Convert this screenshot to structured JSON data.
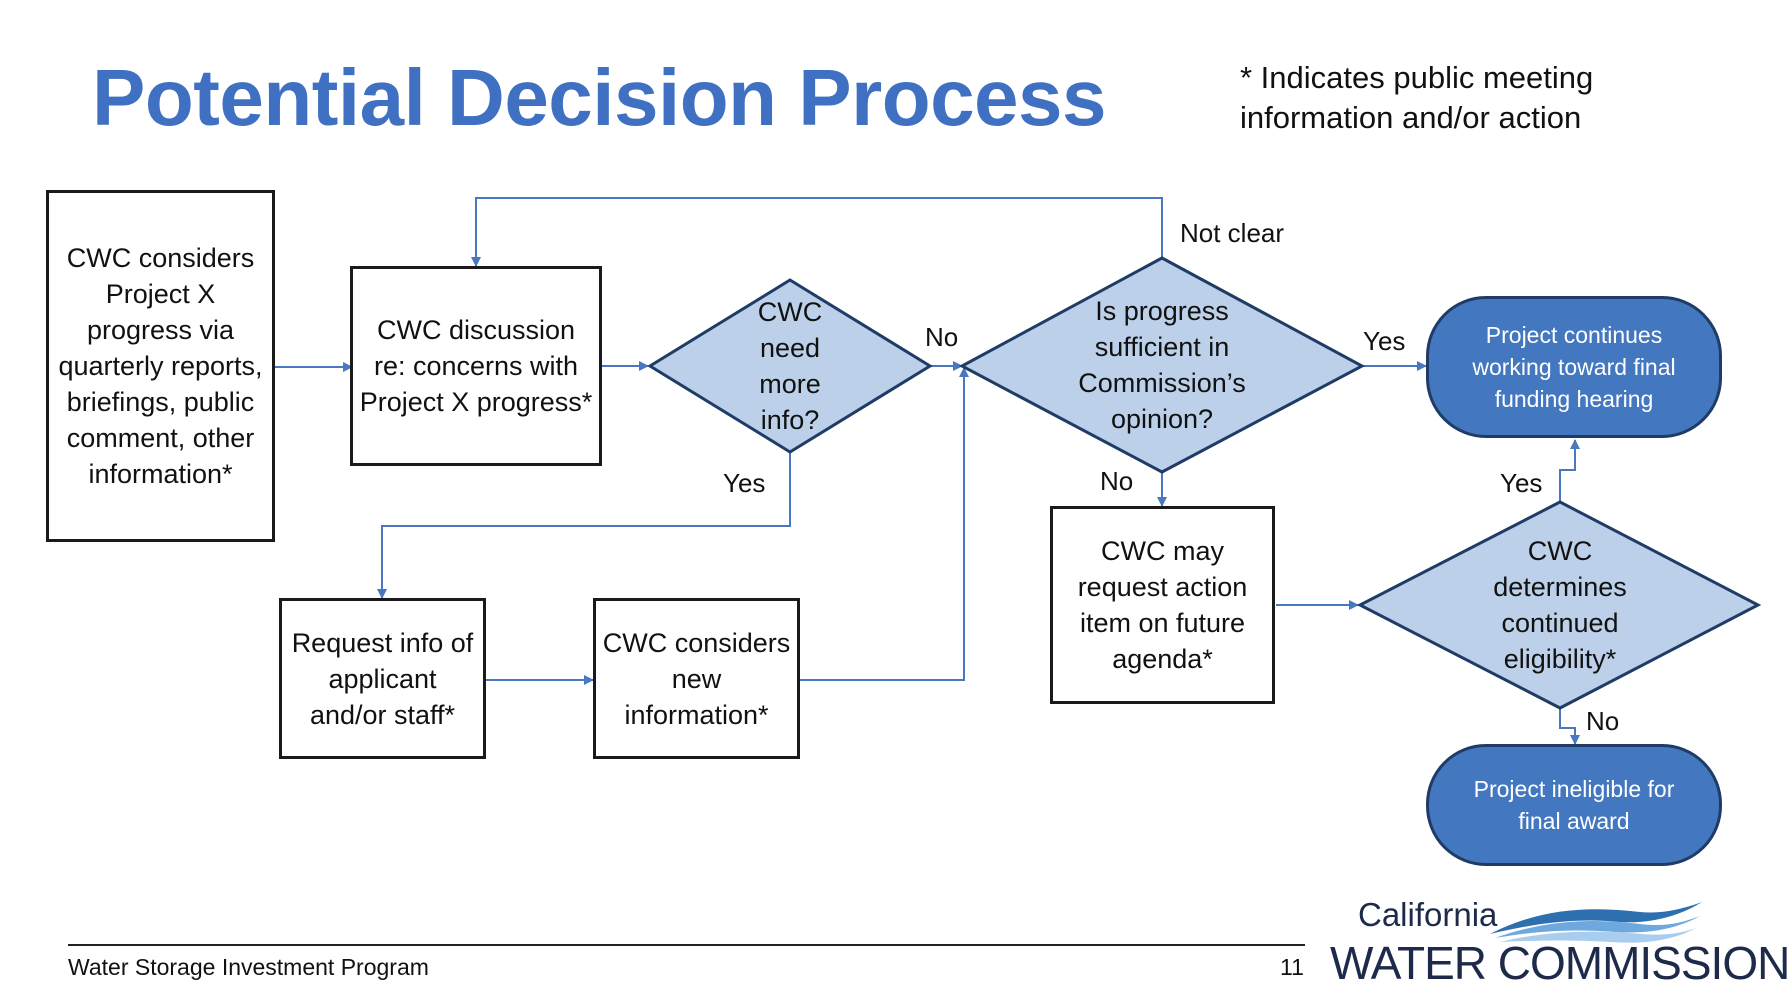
{
  "header": {
    "title": "Potential Decision Process",
    "note_line1": "* Indicates public meeting",
    "note_line2": "information and/or action"
  },
  "colors": {
    "title": "#3f70c2",
    "diamond_fill": "#bcd0ea",
    "diamond_stroke": "#1f3c66",
    "terminal_fill": "#4377bf",
    "connector": "#4a78c0"
  },
  "flow": {
    "boxes": {
      "considers_progress": "CWC considers Project X progress via quarterly reports, briefings, public comment, other information*",
      "discussion": "CWC discussion re: concerns with Project X progress*",
      "request_info": "Request info of applicant and/or staff*",
      "considers_new_info": "CWC considers new information*",
      "request_action": "CWC may request action item on future agenda*"
    },
    "decisions": {
      "need_more_info": "CWC need more info?",
      "progress_sufficient": "Is progress sufficient in Commission’s opinion?",
      "continued_eligibility": "CWC determines continued eligibility*"
    },
    "terminals": {
      "continues": "Project continues working toward final funding hearing",
      "ineligible": "Project ineligible for final award"
    },
    "labels": {
      "no_1": "No",
      "yes_1": "Yes",
      "not_clear": "Not clear",
      "yes_2": "Yes",
      "no_2": "No",
      "yes_3": "Yes",
      "no_3": "No"
    }
  },
  "footer": {
    "program": "Water Storage Investment Program",
    "page": "11",
    "logo_line1": "California",
    "logo_line2": "WATER COMMISSION"
  }
}
